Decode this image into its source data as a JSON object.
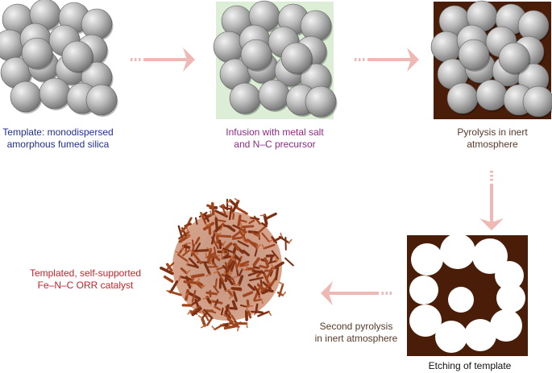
{
  "steps": [
    {
      "id": "template",
      "line1": "Template: monodispersed",
      "line2": "amorphous fumed silica",
      "color": "#1f2f8f"
    },
    {
      "id": "infusion",
      "line1": "Infusion with metal salt",
      "line2": "and N–C precursor",
      "color": "#8f2a86"
    },
    {
      "id": "pyrolysis",
      "line1": "Pyrolysis in inert",
      "line2": "atmosphere",
      "color": "#5a3a2a"
    },
    {
      "id": "etching",
      "line1": "Etching of template",
      "color": "#111111"
    },
    {
      "id": "second-pyrolysis",
      "line1": "Second pyrolysis",
      "line2": "in inert atmosphere",
      "color": "#5a3a2a"
    },
    {
      "id": "catalyst",
      "line1": "Templated, self-supported",
      "line2": "Fe–N–C ORR catalyst",
      "color": "#c4232a"
    }
  ],
  "colors": {
    "arrow": "#f0b8b4",
    "sphere_light": "#e6e6e6",
    "sphere_dark": "#7a7a7a",
    "infusion_background": "#dcefd6",
    "carbon_background": "#4a1d08",
    "catalyst": "#a0451e"
  }
}
